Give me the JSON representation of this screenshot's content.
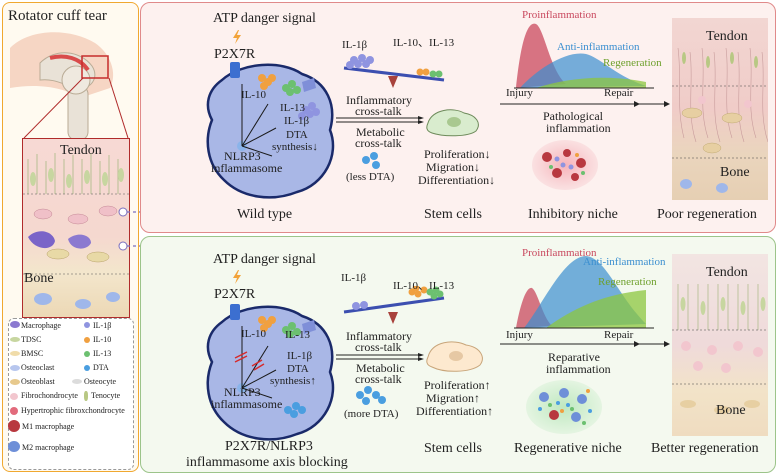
{
  "left_panel": {
    "title": "Rotator cuff tear",
    "tendon_label": "Tendon",
    "bone_label": "Bone"
  },
  "legend": {
    "items": [
      {
        "label": "Macrophage"
      },
      {
        "label": "IL-1β"
      },
      {
        "label": "TDSC"
      },
      {
        "label": "IL-10"
      },
      {
        "label": "BMSC"
      },
      {
        "label": "IL-13"
      },
      {
        "label": "Osteoclast"
      },
      {
        "label": "DTA"
      },
      {
        "label": "Osteoblast"
      },
      {
        "label": "Osteocyte"
      },
      {
        "label": "Fibrochondrocyte"
      },
      {
        "label": "Tenocyte"
      },
      {
        "label": "Hypertrophic fibroxchondrocyte"
      },
      {
        "label": "M1 macrophage"
      },
      {
        "label": "M2 macrophage"
      }
    ]
  },
  "top": {
    "atp": "ATP danger signal",
    "receptor": "P2X7R",
    "il10": "IL-10",
    "il13": "IL-13",
    "il1b": "IL-1β",
    "dta_line1": "DTA",
    "dta_line2": "synthesis↓",
    "nlrp3_line1": "NLRP3",
    "nlrp3_line2": "inflammasome",
    "less_dta": "(less DTA)",
    "cell_label": "Wild type",
    "scale_left": "IL-1β",
    "scale_right": "IL-10、IL-13",
    "crosstalk1_line1": "Inflammatory",
    "crosstalk1_line2": "cross-talk",
    "crosstalk2_line1": "Metabolic",
    "crosstalk2_line2": "cross-talk",
    "stem_effects": [
      "Proliferation↓",
      "Migration↓",
      "Differentiation↓"
    ],
    "stem_label": "Stem cells",
    "curve_labels": {
      "pro": "Proinflammation",
      "anti": "Anti-inflammation",
      "regen": "Regeneration"
    },
    "injury": "Injury",
    "repair": "Repair",
    "inflammation_line1": "Pathological",
    "inflammation_line2": "inflammation",
    "niche_label": "Inhibitory niche",
    "outcome_label": "Poor regeneration",
    "tendon_label": "Tendon",
    "bone_label": "Bone"
  },
  "bottom": {
    "atp": "ATP danger signal",
    "receptor": "P2X7R",
    "il10": "IL-10",
    "il13": "IL-13",
    "il1b": "IL-1β",
    "dta_line1": "DTA",
    "dta_line2": "synthesis↑",
    "nlrp3_line1": "NLRP3",
    "nlrp3_line2": "inflammasome",
    "more_dta": "(more DTA)",
    "cell_label_line1": "P2X7R/NLRP3",
    "cell_label_line2": "inflammasome axis blocking",
    "scale_left": "IL-1β",
    "scale_right": "IL-10、IL-13",
    "crosstalk1_line1": "Inflammatory",
    "crosstalk1_line2": "cross-talk",
    "crosstalk2_line1": "Metabolic",
    "crosstalk2_line2": "cross-talk",
    "stem_effects": [
      "Proliferation↑",
      "Migration↑",
      "Differentiation↑"
    ],
    "stem_label": "Stem cells",
    "curve_labels": {
      "pro": "Proinflammation",
      "anti": "Anti-inflammation",
      "regen": "Regeneration"
    },
    "injury": "Injury",
    "repair": "Repair",
    "inflammation_line1": "Reparative",
    "inflammation_line2": "inflammation",
    "niche_label": "Regenerative niche",
    "outcome_label": "Better regeneration",
    "tendon_label": "Tendon",
    "bone_label": "Bone"
  },
  "colors": {
    "left_border": "#f0a830",
    "top_border": "#e08a8a",
    "top_bg": "#fdf1ef",
    "bottom_border": "#9cc48a",
    "bottom_bg": "#f4f9ef",
    "cell_fill": "#a9b7e6",
    "pro": "#c9485e",
    "anti": "#3b8fd0",
    "regen": "#8cc63f"
  }
}
